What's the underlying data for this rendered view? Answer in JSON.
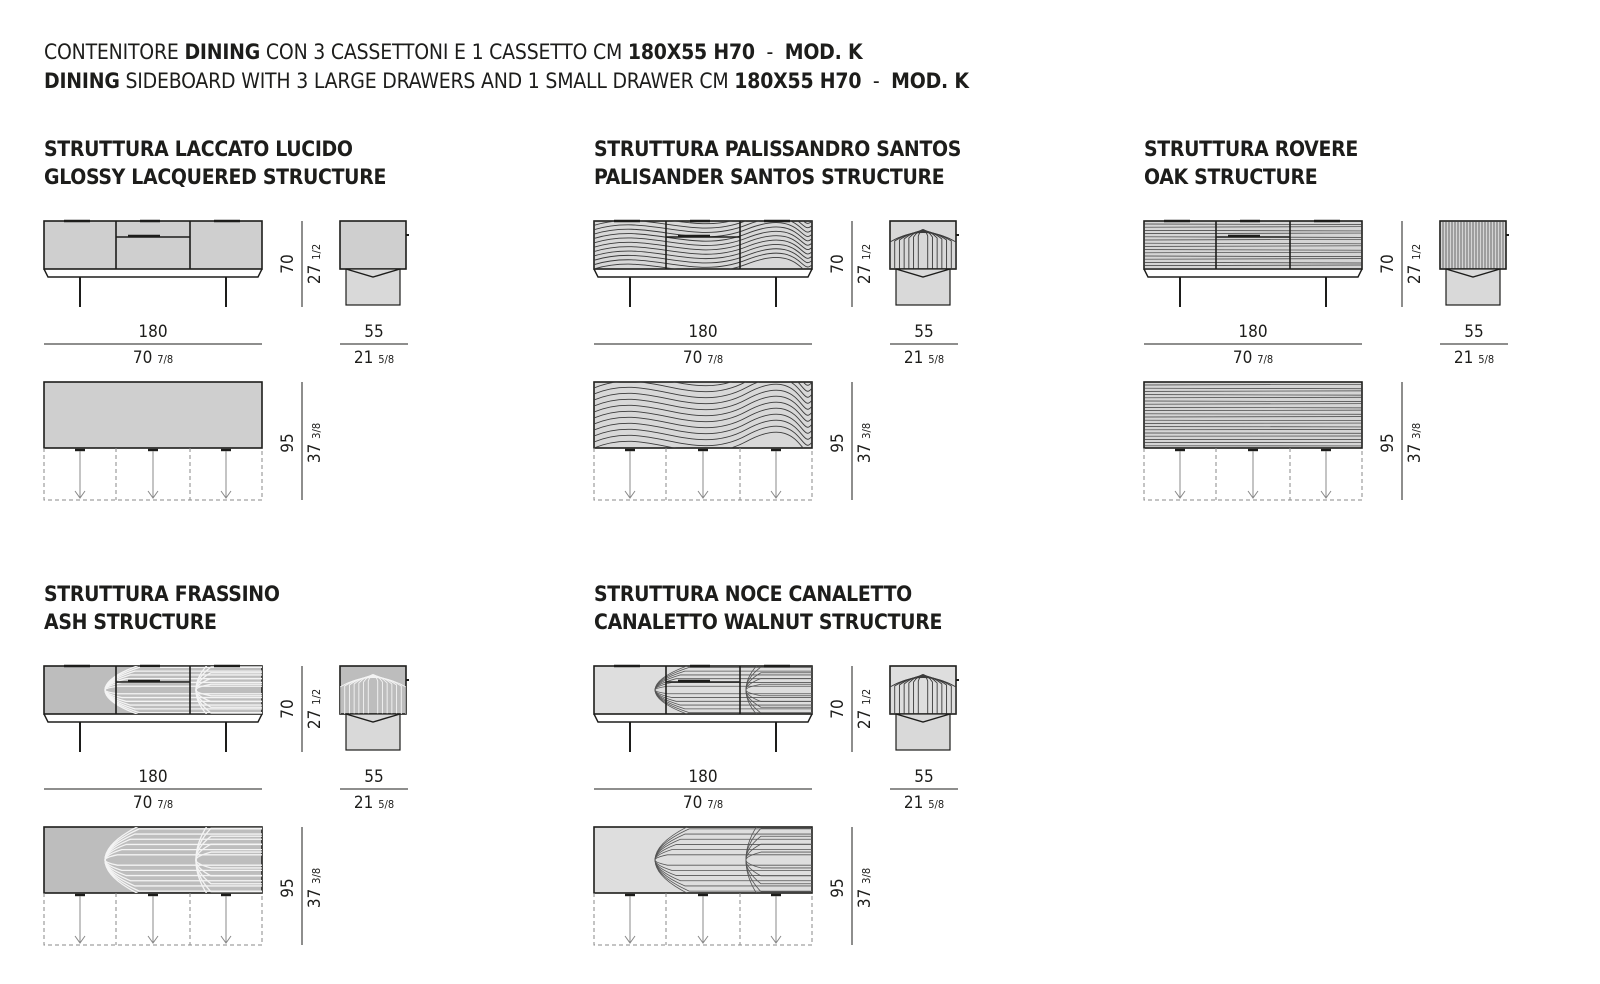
{
  "header": {
    "line1": {
      "pre": "CONTENITORE ",
      "bold1": "DINING",
      "mid": " CON 3 CASSETTONI E 1 CASSETTO CM ",
      "bold2": "180X55 H70",
      "sep": "  -  ",
      "bold3": "MOD. K"
    },
    "line2": {
      "bold1": "DINING",
      "mid": " SIDEBOARD WITH 3 LARGE DRAWERS AND 1 SMALL DRAWER CM ",
      "bold2": "180X55 H70",
      "sep": "  -  ",
      "bold3": "MOD. K"
    }
  },
  "dimensions": {
    "width_cm": "180",
    "width_in_whole": "70",
    "width_in_frac": "7/8",
    "depth_cm": "55",
    "depth_in_whole": "21",
    "depth_in_frac": "5/8",
    "height_cm": "70",
    "height_in_whole": "27",
    "height_in_frac": "1/2",
    "open_cm": "95",
    "open_in_whole": "37",
    "open_in_frac": "3/8"
  },
  "variants": [
    {
      "title_it": "STRUTTURA LACCATO LUCIDO",
      "title_en": "GLOSSY LACQUERED STRUCTURE",
      "finish": "lacquer",
      "color": "#cfcfcf"
    },
    {
      "title_it": "STRUTTURA PALISSANDRO SANTOS",
      "title_en": "PALISANDER SANTOS STRUCTURE",
      "finish": "palisander",
      "color": "#d8d8d8"
    },
    {
      "title_it": "STRUTTURA ROVERE",
      "title_en": "OAK STRUCTURE",
      "finish": "oak",
      "color": "#d5d5d5"
    },
    {
      "title_it": "STRUTTURA FRASSINO",
      "title_en": "ASH STRUCTURE",
      "finish": "ash",
      "color": "#bdbdbd"
    },
    {
      "title_it": "STRUTTURA NOCE CANALETTO",
      "title_en": "CANALETTO WALNUT STRUCTURE",
      "finish": "walnut",
      "color": "#dedede"
    }
  ]
}
